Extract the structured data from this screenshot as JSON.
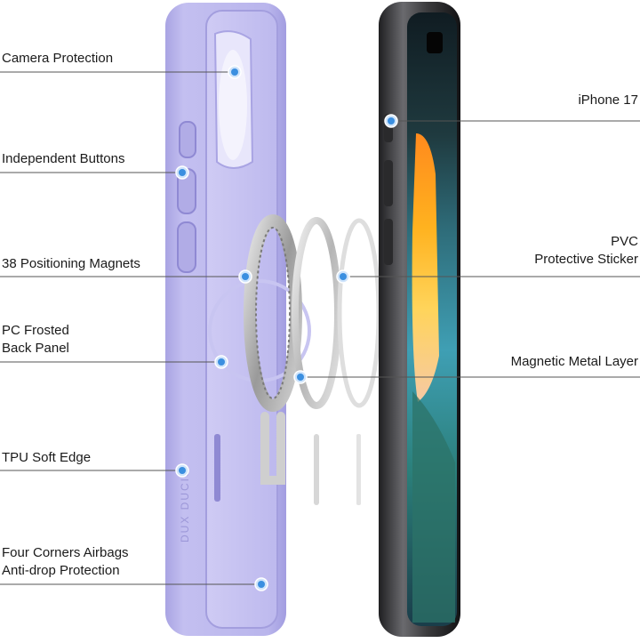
{
  "colors": {
    "case_lavender": "#b7b3ea",
    "case_edge": "#a7a2e0",
    "leader_line": "#555555",
    "marker": "#3b8fe0",
    "phone_frame": "#3a3a3c"
  },
  "callouts_left": [
    {
      "id": "camera-protection",
      "lines": [
        "Camera Protection"
      ]
    },
    {
      "id": "independent-buttons",
      "lines": [
        "Independent Buttons"
      ]
    },
    {
      "id": "positioning-magnets",
      "lines": [
        "38 Positioning Magnets"
      ]
    },
    {
      "id": "pc-frosted-back-panel",
      "lines": [
        "PC Frosted",
        "Back Panel"
      ]
    },
    {
      "id": "tpu-soft-edge",
      "lines": [
        "TPU Soft Edge"
      ]
    },
    {
      "id": "four-corners-airbags",
      "lines": [
        "Four Corners Airbags",
        "Anti-drop Protection"
      ]
    }
  ],
  "callouts_right": [
    {
      "id": "iphone-17",
      "lines": [
        "iPhone 17"
      ]
    },
    {
      "id": "pvc-protective-sticker",
      "lines": [
        "PVC",
        "Protective Sticker"
      ]
    },
    {
      "id": "magnetic-metal-layer",
      "lines": [
        "Magnetic Metal Layer"
      ]
    }
  ],
  "case_brand_text": "DUX DUCIS"
}
